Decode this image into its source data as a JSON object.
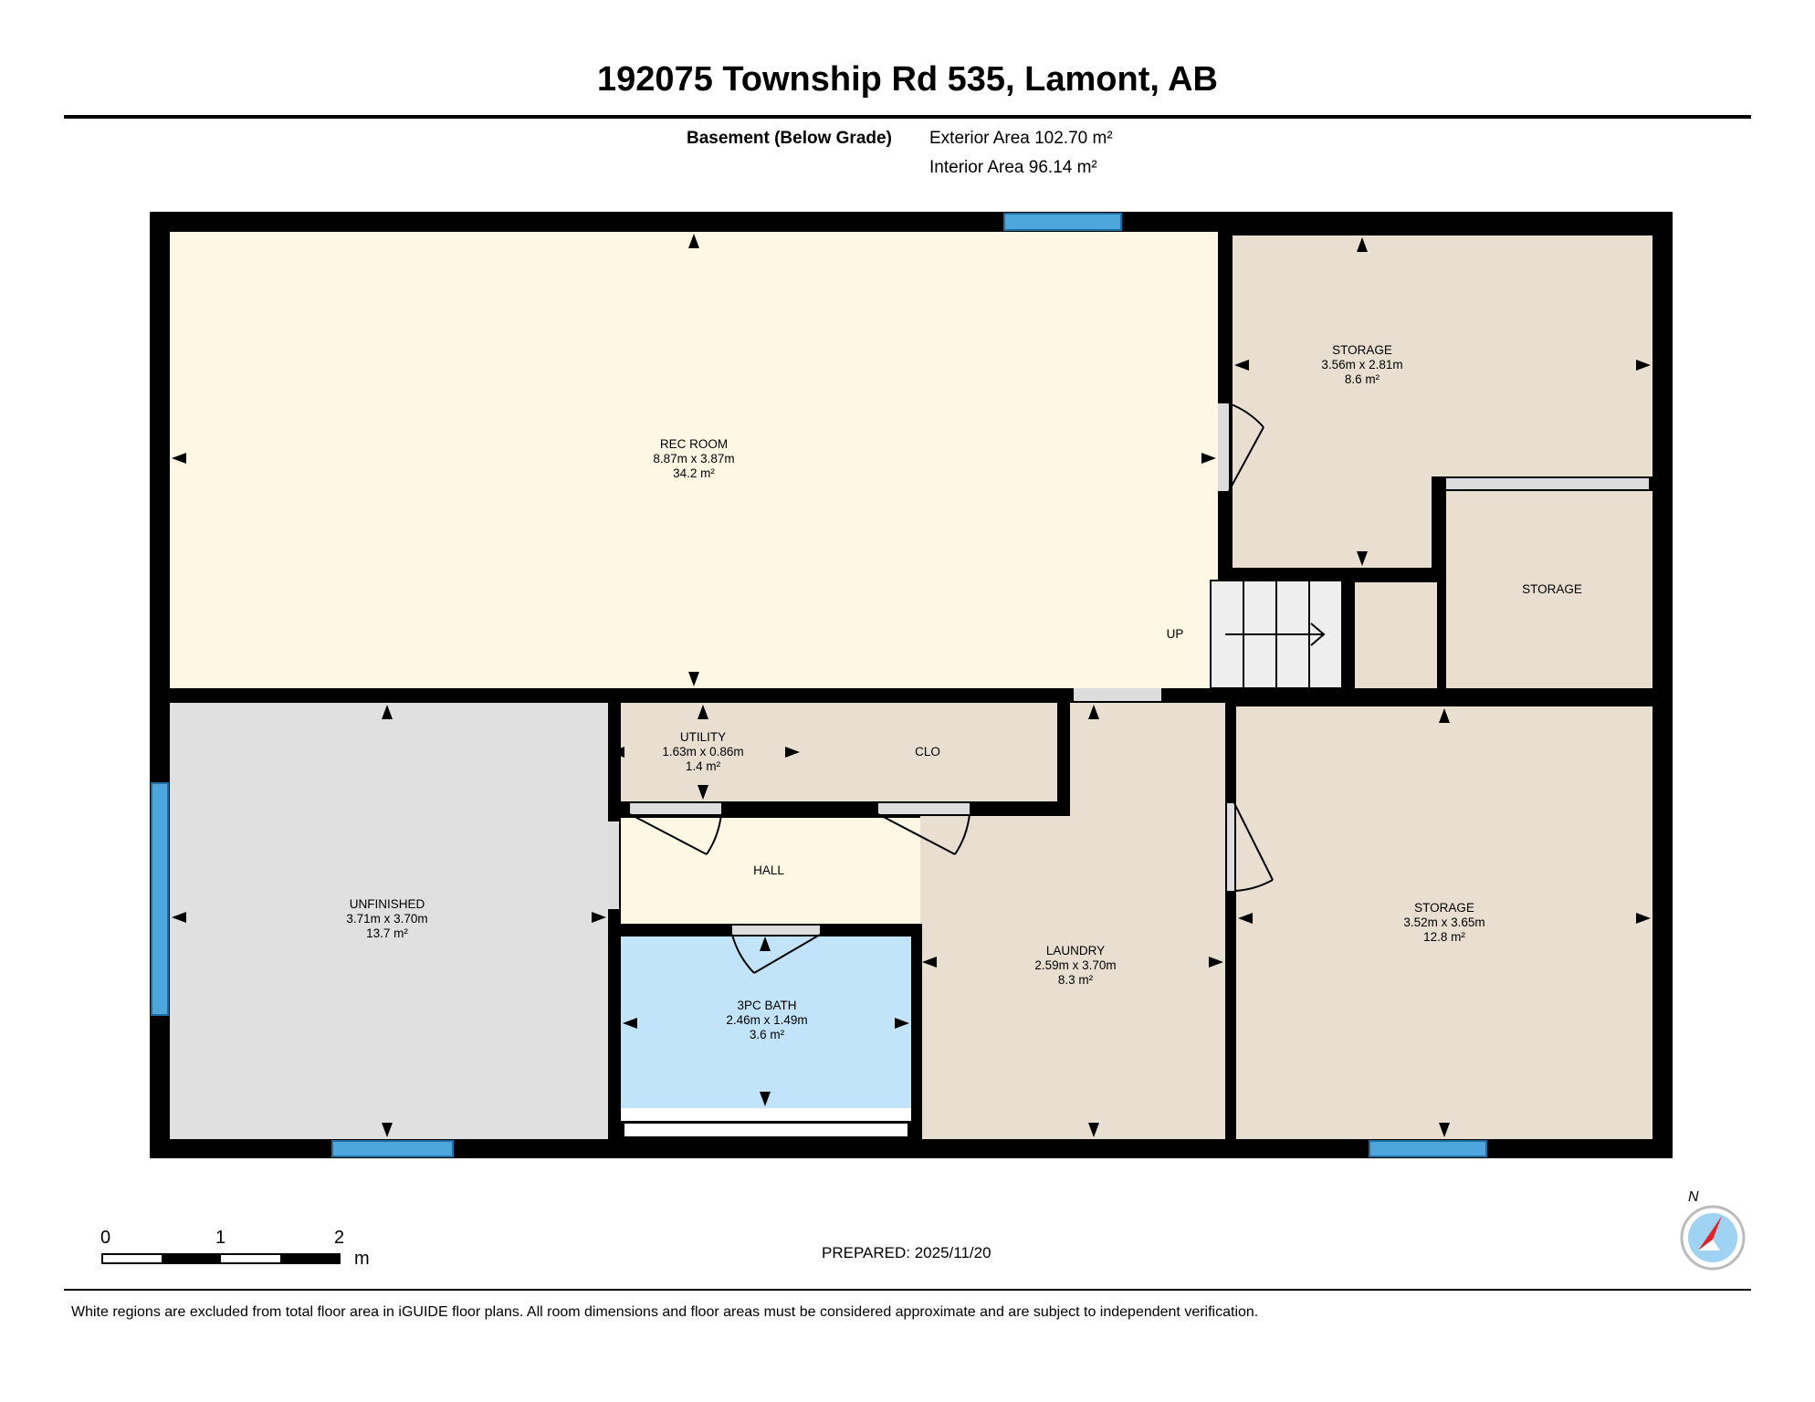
{
  "header": {
    "address": "192075 Township Rd 535, Lamont, AB",
    "floor_name": "Basement (Below Grade)",
    "exterior_area": "Exterior Area 102.70 m²",
    "interior_area": "Interior Area 96.14 m²"
  },
  "rooms": {
    "rec_room": {
      "name": "REC ROOM",
      "dims": "8.87m x 3.87m",
      "area": "34.2 m²"
    },
    "storage_top": {
      "name": "STORAGE",
      "dims": "3.56m x 2.81m",
      "area": "8.6 m²"
    },
    "storage_middle": {
      "name": "STORAGE"
    },
    "utility": {
      "name": "UTILITY",
      "dims": "1.63m x 0.86m",
      "area": "1.4 m²"
    },
    "closet": {
      "name": "CLO"
    },
    "hall": {
      "name": "HALL"
    },
    "unfinished": {
      "name": "UNFINISHED",
      "dims": "3.71m x 3.70m",
      "area": "13.7 m²"
    },
    "bath": {
      "name": "3PC BATH",
      "dims": "2.46m x 1.49m",
      "area": "3.6 m²"
    },
    "laundry": {
      "name": "LAUNDRY",
      "dims": "2.59m x 3.70m",
      "area": "8.3 m²"
    },
    "storage_bottom": {
      "name": "STORAGE",
      "dims": "3.52m x 3.65m",
      "area": "12.8 m²"
    },
    "stairs_label": "UP"
  },
  "colors": {
    "rec_room": "#fdf7e3",
    "storage": "#e8dfd0",
    "unfinished": "#e0e0e0",
    "bath": "#c2e4fb",
    "hall": "#fdf7e3",
    "window": "#4da6dc",
    "wall": "#000000"
  },
  "scale_bar": {
    "labels": [
      "0",
      "1",
      "2"
    ],
    "unit": "m"
  },
  "prepared": "PREPARED: 2025/11/20",
  "compass": {
    "label": "N"
  },
  "footer": "White regions are excluded from total floor area in iGUIDE floor plans. All room dimensions and floor areas must be considered approximate and are subject to independent verification."
}
